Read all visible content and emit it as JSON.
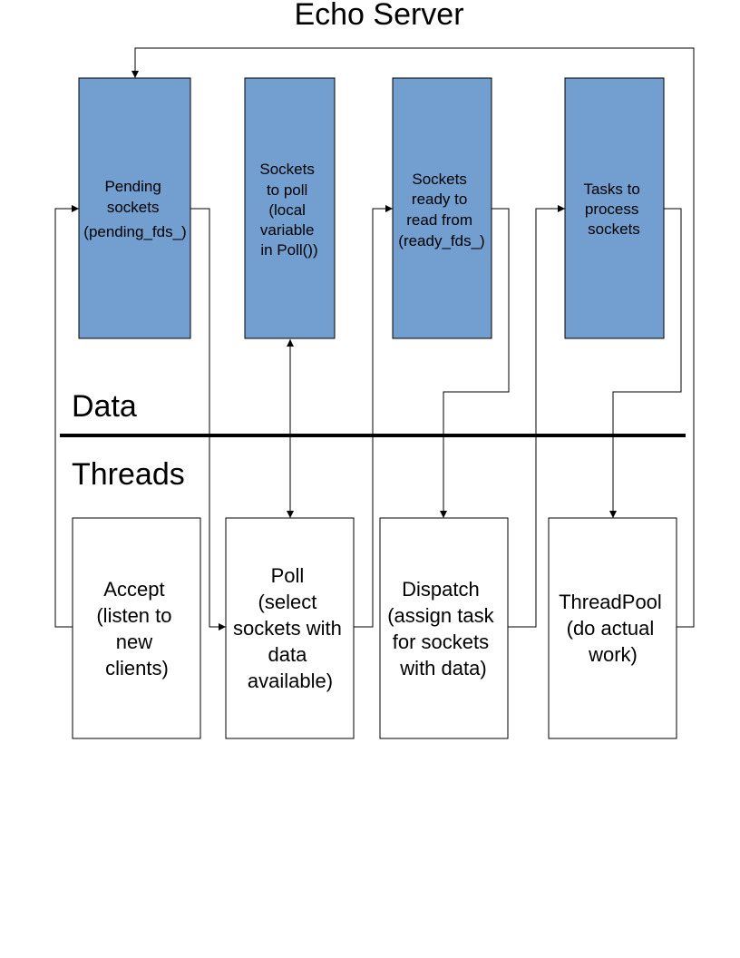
{
  "title": "Echo Server",
  "sections": {
    "data_label": "Data",
    "threads_label": "Threads"
  },
  "colors": {
    "data_box_fill": "#729fcf",
    "stroke": "#000000",
    "thread_box_fill": "#ffffff"
  },
  "data_boxes": [
    {
      "id": "pending",
      "lines": [
        "Pending",
        "sockets",
        "(pending_fds_)"
      ]
    },
    {
      "id": "poll",
      "lines": [
        "Sockets",
        "to poll",
        "(local",
        "variable",
        "in Poll())"
      ]
    },
    {
      "id": "ready",
      "lines": [
        "Sockets",
        "ready to",
        "read from",
        "(ready_fds_)"
      ]
    },
    {
      "id": "tasks",
      "lines": [
        "Tasks to",
        "process",
        "sockets"
      ]
    }
  ],
  "thread_boxes": [
    {
      "id": "accept",
      "lines": [
        "Accept",
        "(listen to",
        "new",
        "clients)"
      ]
    },
    {
      "id": "poll",
      "lines": [
        "Poll",
        "(select",
        "sockets with",
        "data",
        "available)"
      ]
    },
    {
      "id": "dispatch",
      "lines": [
        "Dispatch",
        "(assign task",
        "for sockets",
        "with data)"
      ]
    },
    {
      "id": "threadpool",
      "lines": [
        "ThreadPool",
        "(do actual",
        "work)"
      ]
    }
  ]
}
